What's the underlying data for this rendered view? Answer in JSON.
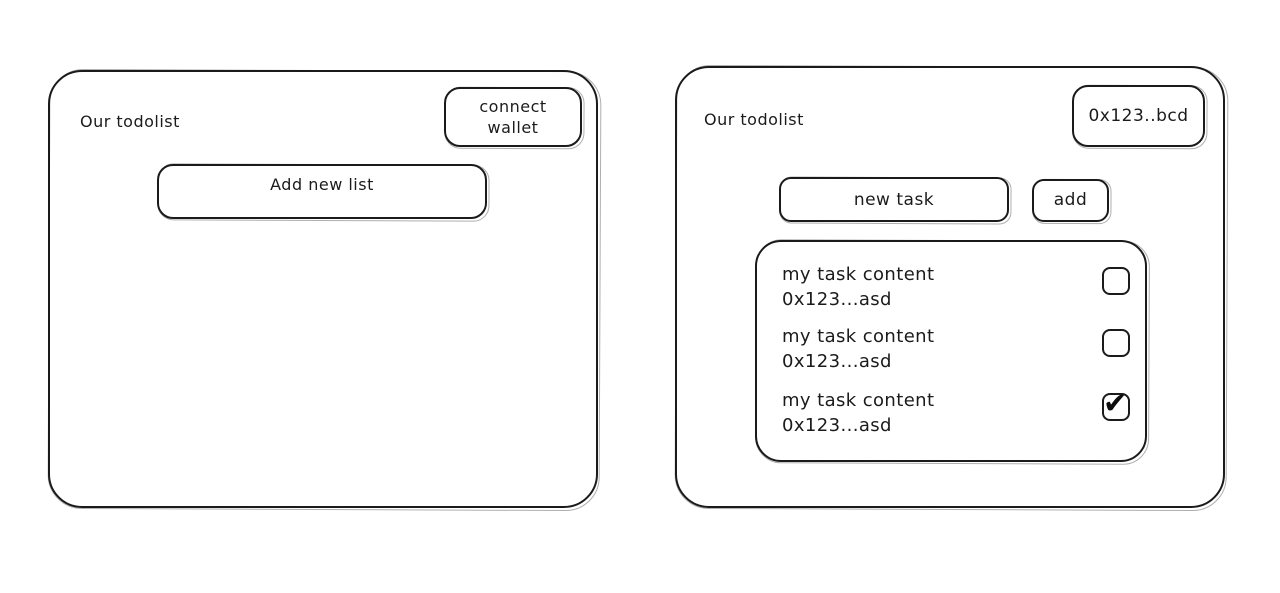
{
  "colors": {
    "stroke": "#1b1b1b",
    "background": "#ffffff"
  },
  "left_panel": {
    "title": "Our todolist",
    "connect_wallet_button": {
      "label_line1": "connect",
      "label_line2": "wallet"
    },
    "add_new_list_input": {
      "value": "Add new list"
    }
  },
  "right_panel": {
    "title": "Our todolist",
    "wallet_address_button": {
      "label": "0x123..bcd"
    },
    "new_task_input": {
      "value": "new task"
    },
    "add_button": {
      "label": "add"
    },
    "task_list": {
      "items": [
        {
          "content": "my task content",
          "address": "0x123...asd",
          "checked": false,
          "checkbox_glyph": ""
        },
        {
          "content": "my task content",
          "address": "0x123...asd",
          "checked": false,
          "checkbox_glyph": ""
        },
        {
          "content": "my task content",
          "address": "0x123...asd",
          "checked": true,
          "checkbox_glyph": "✔"
        }
      ]
    }
  }
}
